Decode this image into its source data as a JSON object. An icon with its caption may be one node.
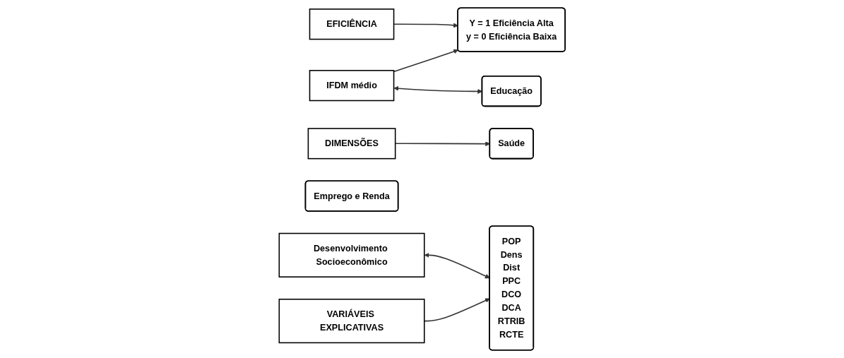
{
  "diagram": {
    "nodes": [
      {
        "text": [
          "EFICIÊNCIA"
        ]
      },
      {
        "text": [
          "Y = 1 Eficiência Alta",
          "y = 0 Eficiência Baixa"
        ]
      },
      {
        "text": [
          "IFDM médio"
        ]
      },
      {
        "text": [
          "DIMENSÕES"
        ]
      },
      {
        "text": [
          "Saúde"
        ]
      },
      {
        "text": [
          "Educação"
        ]
      },
      {
        "text": [
          "Emprego e Renda"
        ]
      },
      {
        "text": [
          "Desenvolvimento Socioeconômico"
        ]
      },
      {
        "text": [
          "VARIÁVEIS EXPLICATIVAS"
        ]
      },
      {
        "text": [
          "POP",
          "Dens",
          "Dist",
          "PPC",
          "DCO",
          "DCA",
          "RTRIB",
          "RCTE"
        ]
      }
    ],
    "edges": [
      {
        "from": 0,
        "to": 1,
        "arrow": "to"
      },
      {
        "from": 2,
        "to": 1,
        "arrow": "to"
      },
      {
        "from": 2,
        "to": 5,
        "arrow": "both"
      },
      {
        "from": 3,
        "to": 4,
        "arrow": "to"
      },
      {
        "from": 7,
        "to": 9,
        "arrow": "both"
      },
      {
        "from": 8,
        "to": 9,
        "arrow": "to"
      }
    ]
  }
}
